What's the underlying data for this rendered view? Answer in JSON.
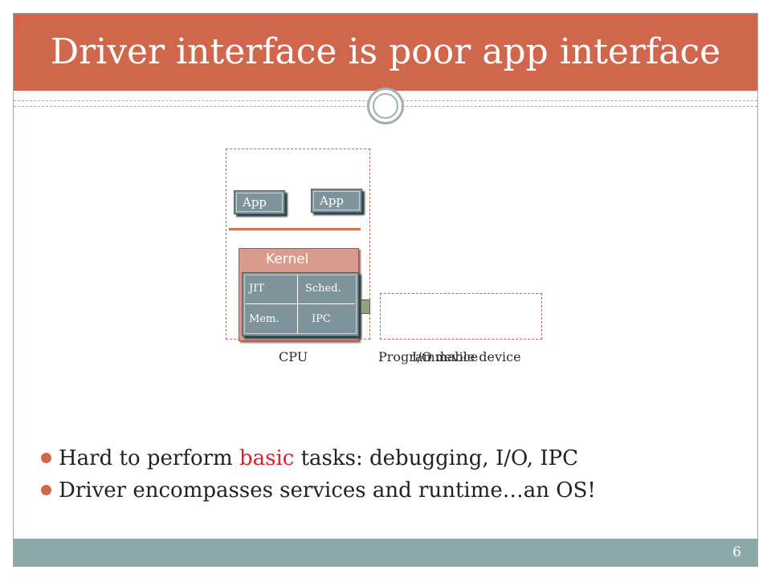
{
  "slide": {
    "title": "Driver interface is poor app interface",
    "page_number": "6",
    "colors": {
      "title_bar": "#d0674c",
      "footer_bar": "#8aa9a8",
      "highlight": "#e31e24",
      "bullet": "#d0674c"
    }
  },
  "diagram": {
    "app_left": "App",
    "app_right": "App",
    "kernel": "Kernel",
    "runtime": {
      "jit": "JIT",
      "sched": "Sched.",
      "mem": "Mem.",
      "ipc": "IPC"
    },
    "cpu_label": "CPU",
    "programmable_device_label": "Programmable device",
    "io_device_label": "I/O device"
  },
  "bullets": [
    {
      "before": "Hard to perform ",
      "highlight": "basic",
      "after": " tasks: debugging, I/O, IPC"
    },
    {
      "text": "Driver encompasses services and runtime…an OS!"
    }
  ]
}
